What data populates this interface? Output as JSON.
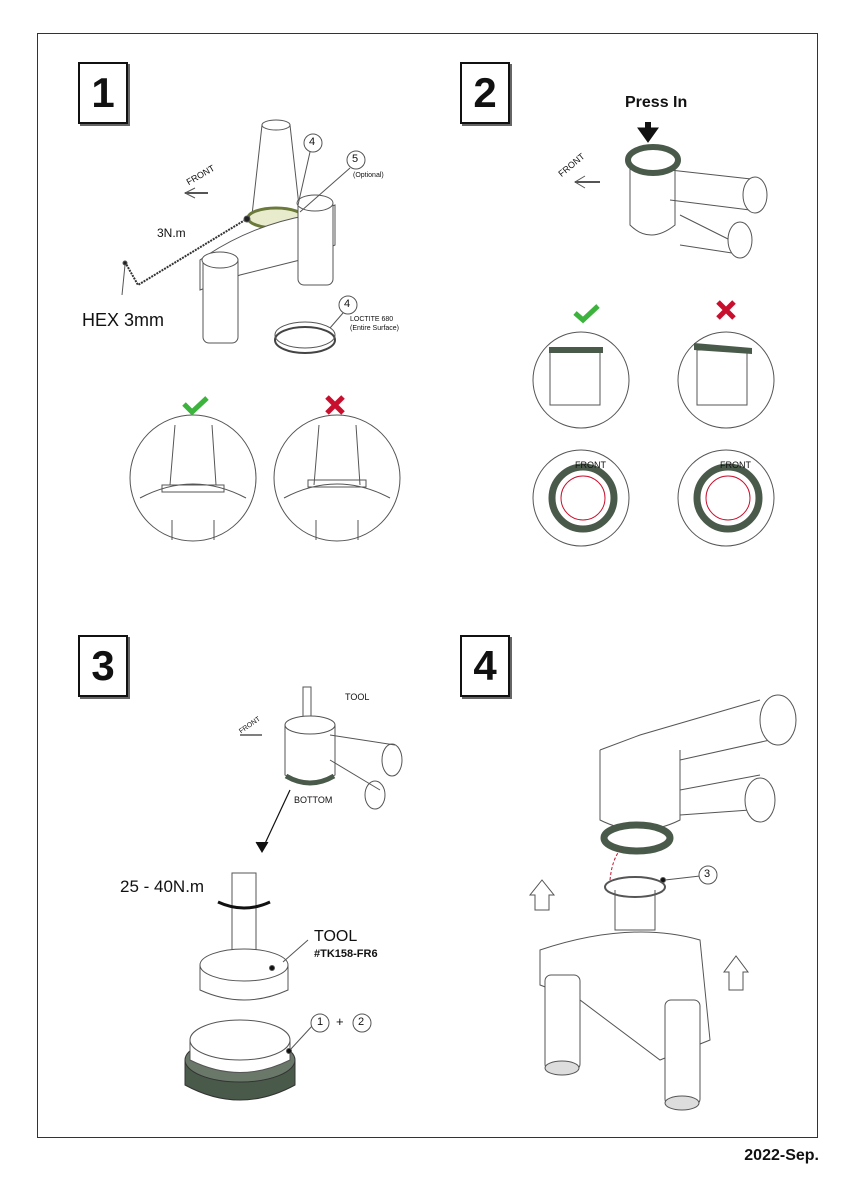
{
  "steps": [
    {
      "number": "1",
      "labels": {
        "front": "FRONT",
        "torque": "3N.m",
        "hex": "HEX 3mm",
        "callout_4": "4",
        "callout_5": "5",
        "optional": "(Optional)",
        "callout_4b": "4",
        "loctite": "LOCTITE 680",
        "loctite_note": "(Entire Surface)"
      }
    },
    {
      "number": "2",
      "labels": {
        "press_in": "Press In",
        "front": "FRONT",
        "front_ok": "FRONT",
        "front_bad": "FRONT"
      }
    },
    {
      "number": "3",
      "labels": {
        "front": "FRONT",
        "tool_top": "TOOL",
        "bottom": "BOTTOM",
        "torque": "25 - 40N.m",
        "tool": "TOOL",
        "tool_code": "#TK158-FR6",
        "callout_1": "1",
        "plus": "+",
        "callout_2": "2"
      }
    },
    {
      "number": "4",
      "labels": {
        "callout_3": "3"
      }
    }
  ],
  "footer": {
    "date": "2022-Sep."
  },
  "colors": {
    "ok": "#3cb33c",
    "bad": "#c8102e",
    "seal": "#4a5a4a"
  }
}
